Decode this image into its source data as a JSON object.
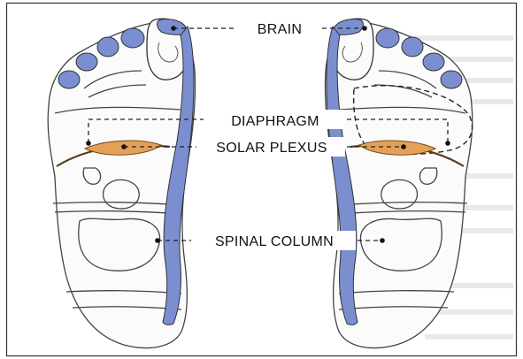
{
  "labels": {
    "brain": "BRAIN",
    "diaphragm": "DIAPHRAGM",
    "solar_plexus": "SOLAR PLEXUS",
    "spinal_column": "SPINAL COLUMN"
  },
  "colors": {
    "zone_blue": "#7b8fd0",
    "solar_orange": "#e3a157",
    "outline": "#444444",
    "leader": "#222222"
  }
}
